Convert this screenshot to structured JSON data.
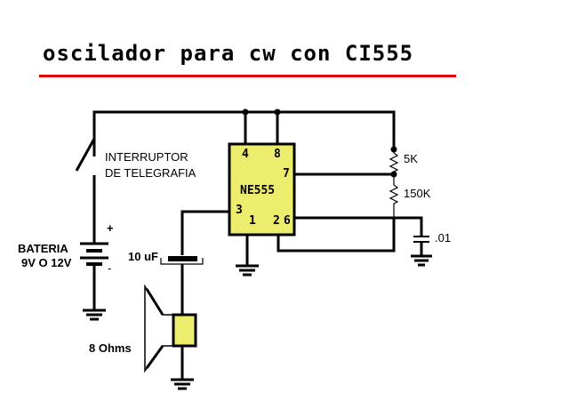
{
  "title": "oscilador para cw con CI555",
  "colors": {
    "title_rule": "#e00000",
    "ic_fill": "#f0f080",
    "speaker_fill": "#f0f080"
  },
  "components": {
    "switch": {
      "label_line1": "INTERRUPTOR",
      "label_line2": "DE TELEGRAFIA"
    },
    "battery": {
      "label_line1": "BATERIA",
      "label_line2": "9V O 12V",
      "plus": "+",
      "minus": "-"
    },
    "ic": {
      "name": "NE555",
      "pins": {
        "p4": "4",
        "p8": "8",
        "p7": "7",
        "p3": "3",
        "p1": "1",
        "p2": "2",
        "p6": "6"
      }
    },
    "r1": {
      "value": "5K"
    },
    "r2": {
      "value": "150K"
    },
    "c_timing": {
      "value": ".01"
    },
    "c_coupling": {
      "value": "10 uF"
    },
    "speaker": {
      "value": "8 Ohms"
    }
  }
}
